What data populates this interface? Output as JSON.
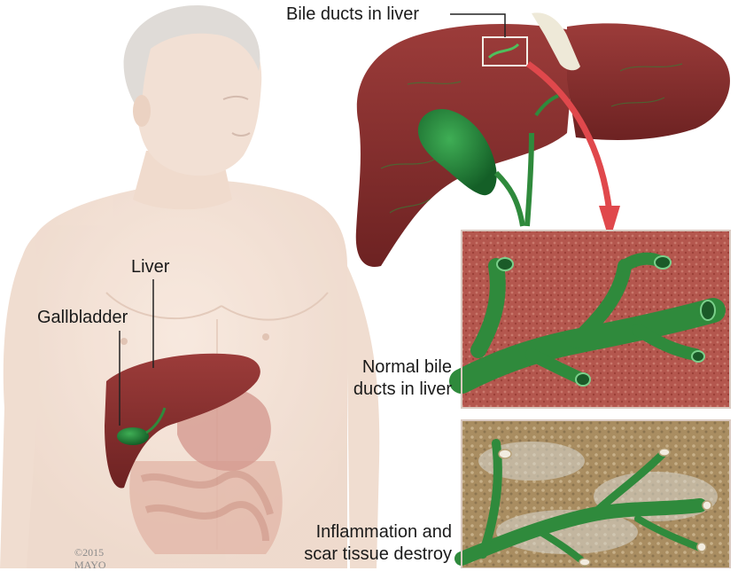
{
  "labels": {
    "bile_ducts_in_liver": "Bile ducts in liver",
    "liver": "Liver",
    "gallbladder": "Gallbladder",
    "normal_bile_ducts_line1": "Normal bile",
    "normal_bile_ducts_line2": "ducts in liver",
    "inflammation_line1": "Inflammation and",
    "inflammation_line2": "scar tissue destroy"
  },
  "copyright": {
    "year": "©2015",
    "org": "MAYO"
  },
  "colors": {
    "liver": "#8e3434",
    "liver_dark": "#6e2424",
    "bile_duct": "#2f8a3c",
    "gallbladder": "#1f7a35",
    "tissue_normal": "#b8544c",
    "tissue_scarred": "#a88a5c",
    "arrow": "#e0484c",
    "skin": "#f3dccd"
  }
}
